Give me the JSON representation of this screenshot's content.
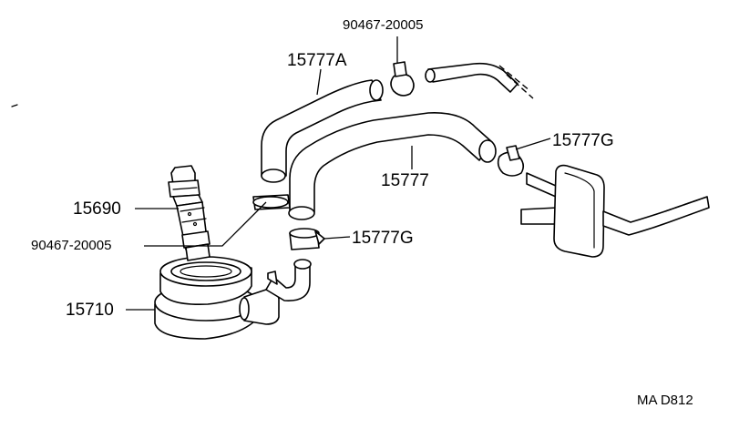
{
  "labels": {
    "clamp_top": "90467-20005",
    "hose_a": "15777A",
    "clamp_g_right": "15777G",
    "hose": "15777",
    "valve": "15690",
    "clamp_left": "90467-20005",
    "clamp_g_mid": "15777G",
    "cooler": "15710",
    "figure_code": "MA D812"
  }
}
